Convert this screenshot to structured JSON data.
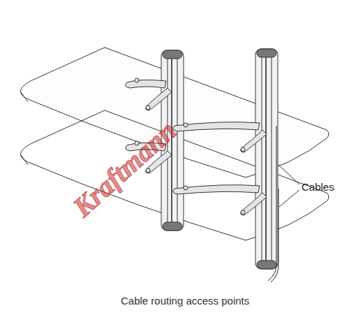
{
  "diagram": {
    "caption": "Cable routing access points",
    "labels": [
      "Cables",
      "Kraftmann"
    ]
  }
}
